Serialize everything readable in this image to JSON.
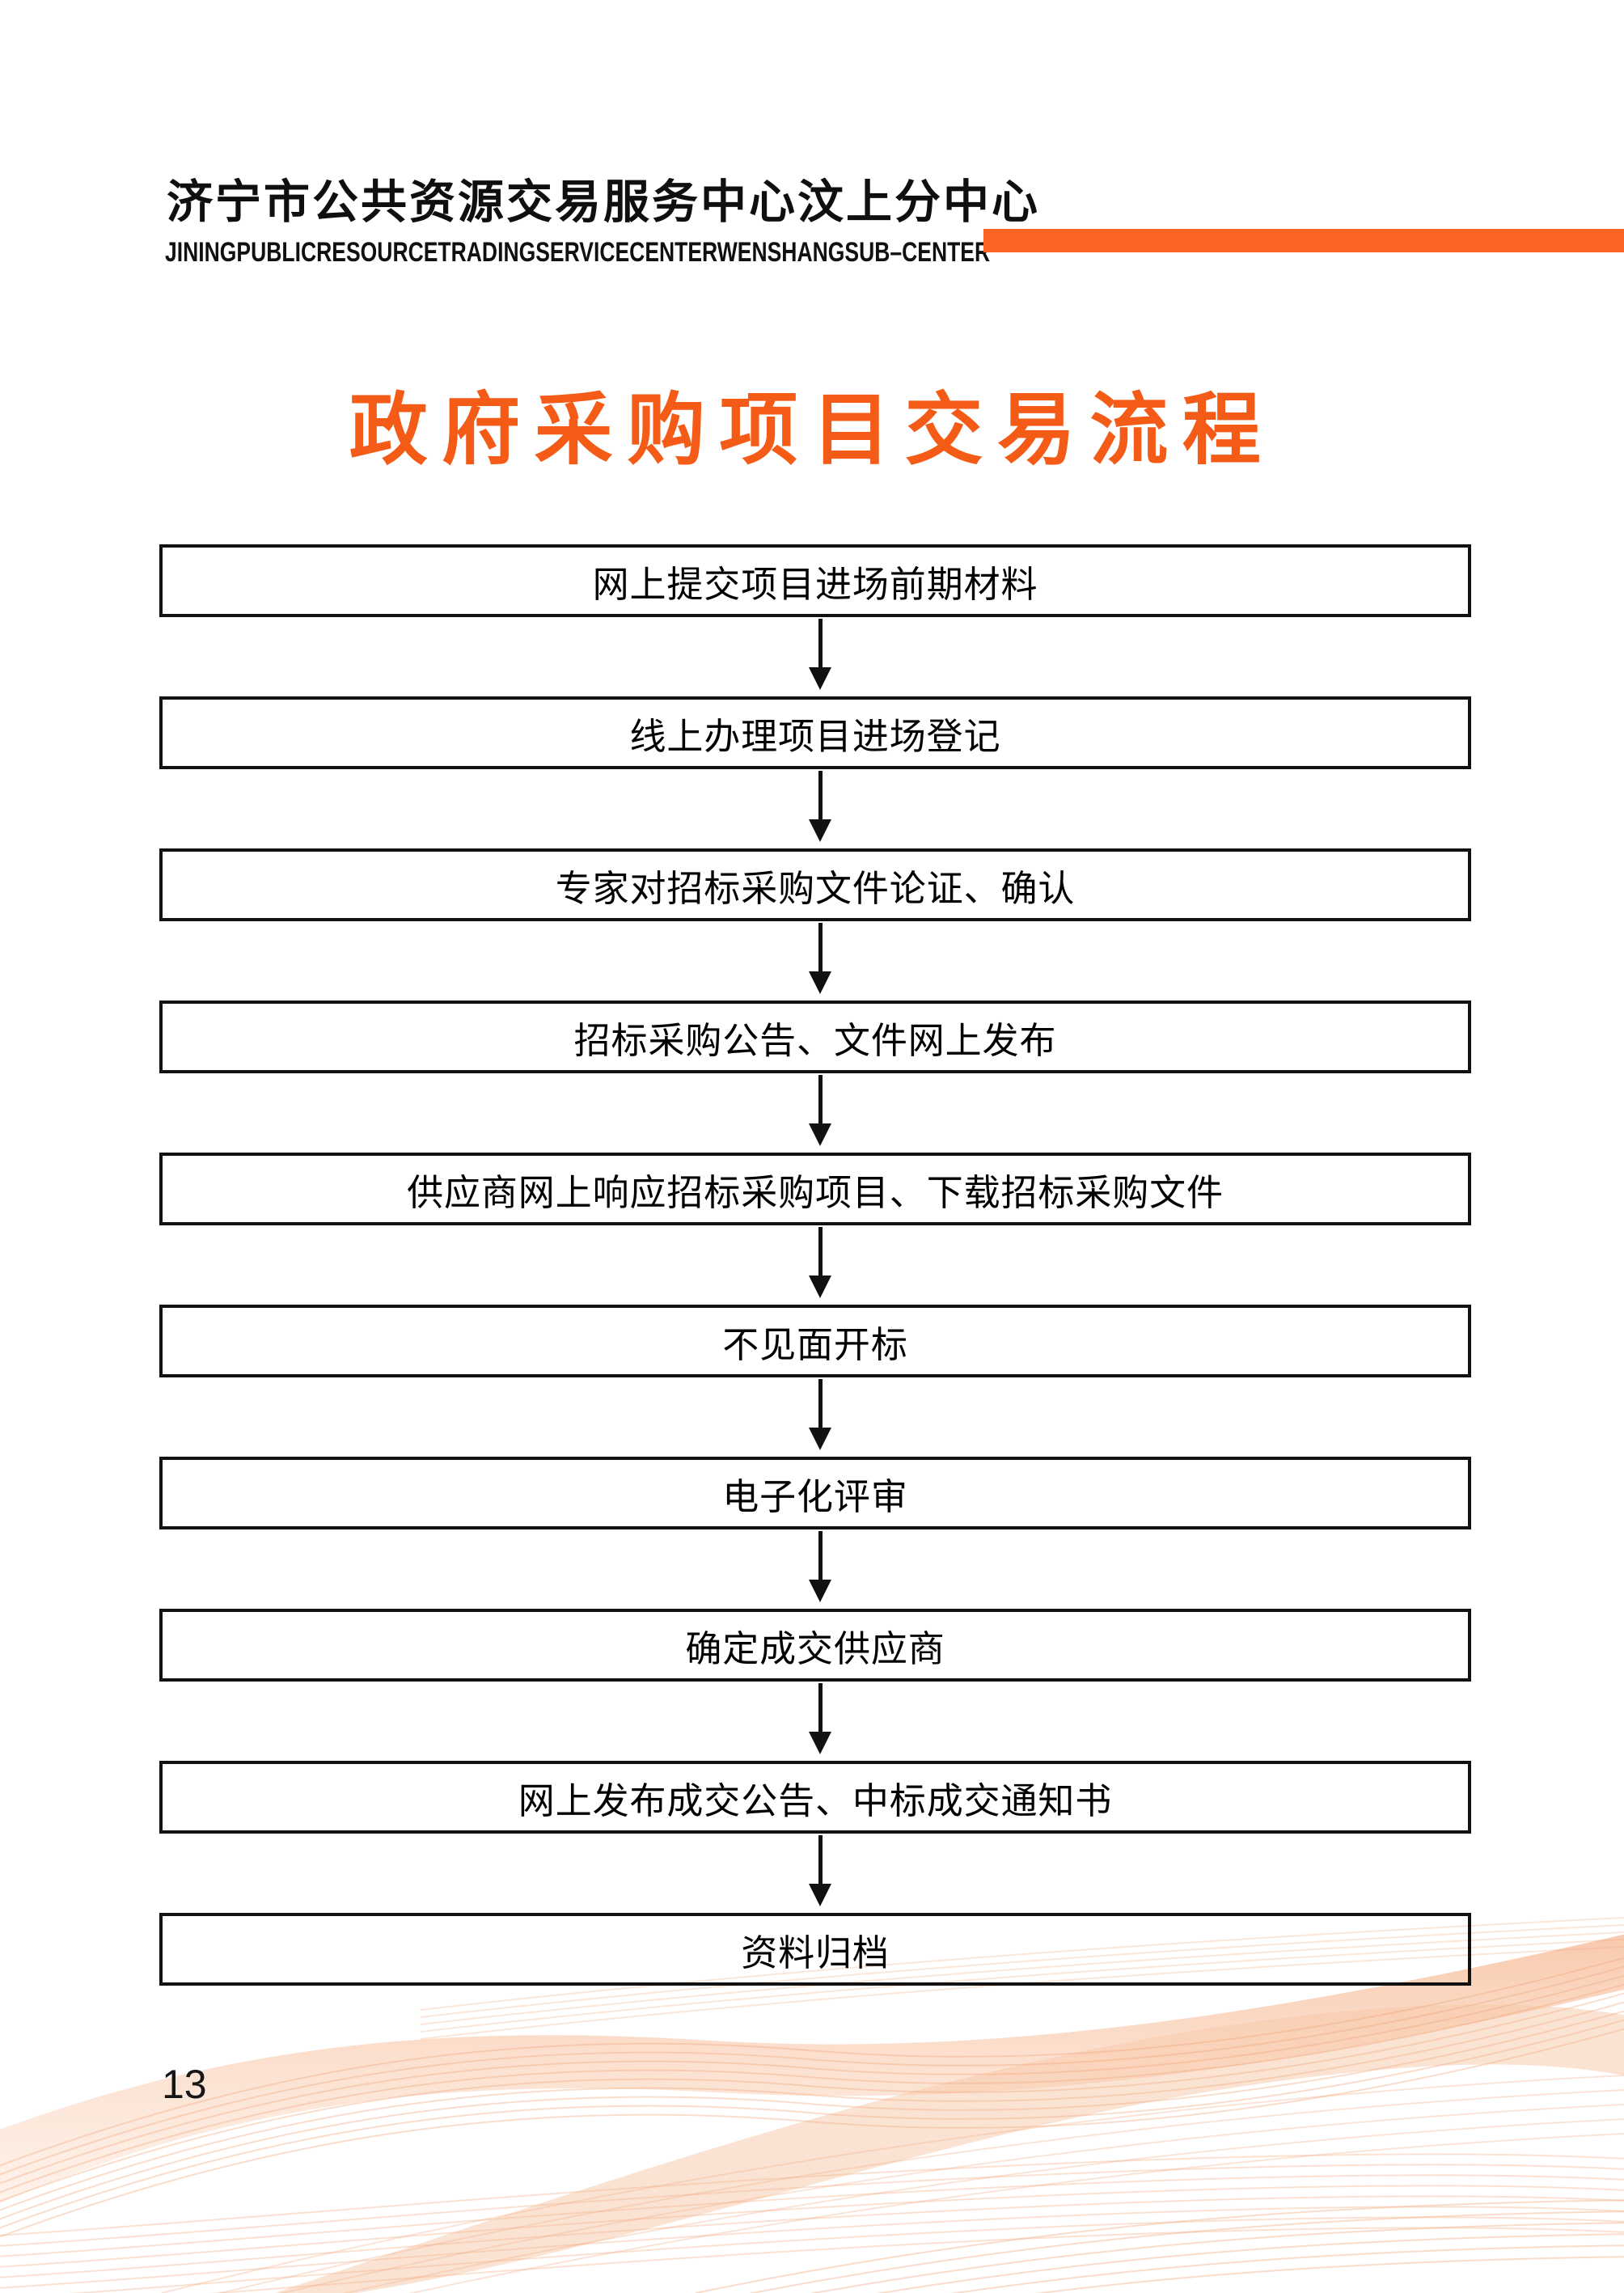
{
  "header": {
    "org_name_zh": "济宁市公共资源交易服务中心汶上分中心",
    "org_name_en": "JININGPUBLICRESOURCETRADINGSERVICECENTERWENSHANGSUB–CENTER"
  },
  "title": {
    "text": "政府采购项目交易流程"
  },
  "flow": {
    "steps": [
      "网上提交项目进场前期材料",
      "线上办理项目进场登记",
      "专家对招标采购文件论证、确认",
      "招标采购公告、文件网上发布",
      "供应商网上响应招标采购项目、下载招标采购文件",
      "不见面开标",
      "电子化评审",
      "确定成交供应商",
      "网上发布成交公告、中标成交通知书",
      "资料归档"
    ]
  },
  "footer": {
    "page_number": "13"
  },
  "colors": {
    "accent_title_orange": "#F45B17",
    "accent_bar_orange": "#FA6424",
    "box_border_black": "#111111",
    "swoosh_line_peach": "#F0A276",
    "swoosh_fill_peach": "#F6B48C"
  }
}
